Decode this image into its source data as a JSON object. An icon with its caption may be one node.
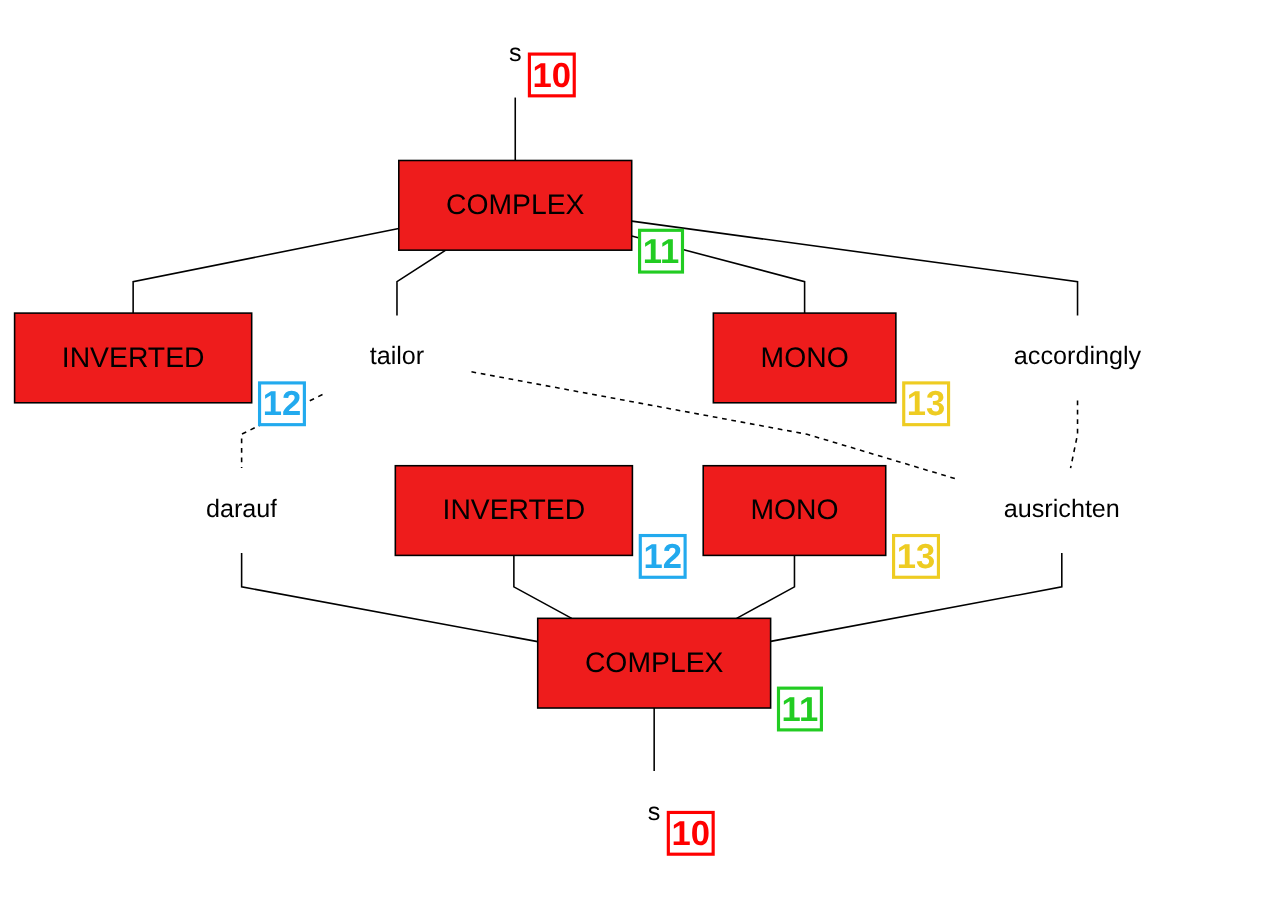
{
  "diagram": {
    "nodes": [
      {
        "text": [
          "s"
        ],
        "beside": [
          "10"
        ]
      },
      {
        "text": [
          "COMPLEX"
        ],
        "beside": [
          "11"
        ]
      },
      {
        "text": [
          "INVERTED"
        ],
        "beside": [
          "12"
        ]
      },
      {
        "text": [
          "tailor"
        ]
      },
      {
        "text": [
          "MONO"
        ],
        "beside": [
          "13"
        ]
      },
      {
        "text": [
          "accordingly"
        ]
      },
      {
        "text": [
          "darauf"
        ]
      },
      {
        "text": [
          "INVERTED"
        ],
        "beside": [
          "12"
        ]
      },
      {
        "text": [
          "MONO"
        ],
        "beside": [
          "13"
        ]
      },
      {
        "text": [
          "ausrichten"
        ]
      },
      {
        "text": [
          "COMPLEX"
        ],
        "beside": [
          "11"
        ]
      },
      {
        "text": [
          "s"
        ],
        "beside": [
          "10"
        ]
      }
    ],
    "edges": [
      {
        "from": 0,
        "to": 1,
        "arrow": "none"
      },
      {
        "from": 1,
        "to": 2,
        "arrow": "none"
      },
      {
        "from": 1,
        "to": 3,
        "arrow": "none"
      },
      {
        "from": 1,
        "to": 4,
        "arrow": "none"
      },
      {
        "from": 1,
        "to": 5,
        "arrow": "none"
      },
      {
        "from": 3,
        "to": 6,
        "arrow": "none",
        "style": "dashed"
      },
      {
        "from": 3,
        "to": 9,
        "arrow": "none",
        "style": "dashed"
      },
      {
        "from": 5,
        "to": 9,
        "arrow": "none",
        "style": "dashed"
      },
      {
        "from": 6,
        "to": 10,
        "arrow": "none"
      },
      {
        "from": 7,
        "to": 10,
        "arrow": "none"
      },
      {
        "from": 8,
        "to": 10,
        "arrow": "none"
      },
      {
        "from": 9,
        "to": 10,
        "arrow": "none"
      },
      {
        "from": 10,
        "to": 11,
        "arrow": "none"
      }
    ]
  }
}
